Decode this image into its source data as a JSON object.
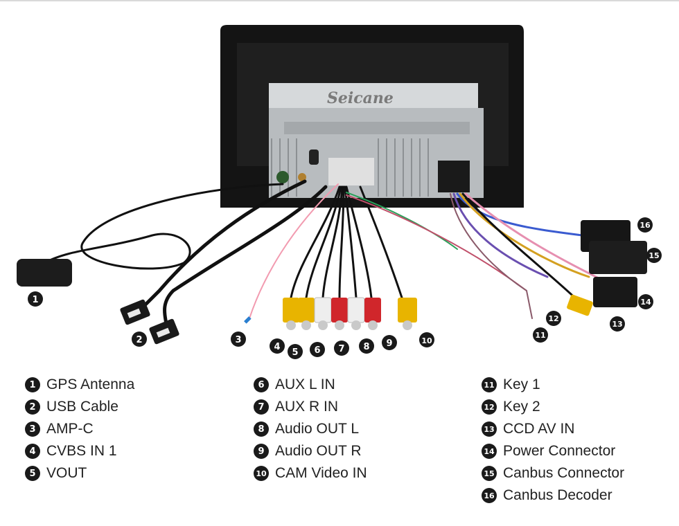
{
  "brand": "Seicane",
  "callouts": [
    {
      "num": "1",
      "label": "GPS Antenna"
    },
    {
      "num": "2",
      "label": "USB Cable"
    },
    {
      "num": "3",
      "label": "AMP-C"
    },
    {
      "num": "4",
      "label": "CVBS IN 1"
    },
    {
      "num": "5",
      "label": "VOUT"
    },
    {
      "num": "6",
      "label": "AUX L IN"
    },
    {
      "num": "7",
      "label": "AUX R IN"
    },
    {
      "num": "8",
      "label": "Audio OUT L"
    },
    {
      "num": "9",
      "label": "Audio OUT R"
    },
    {
      "num": "10",
      "label": "CAM Video IN"
    },
    {
      "num": "11",
      "label": "Key 1"
    },
    {
      "num": "12",
      "label": "Key 2"
    },
    {
      "num": "13",
      "label": "CCD AV IN"
    },
    {
      "num": "14",
      "label": "Power Connector"
    },
    {
      "num": "15",
      "label": "Canbus Connector"
    },
    {
      "num": "16",
      "label": "Canbus Decoder"
    }
  ],
  "colors": {
    "callout_fill": "#1a1a1a",
    "rca_yellow": "#e8b400",
    "rca_white": "#eeeeee",
    "rca_red": "#d0262b",
    "frame": "#141414",
    "chassis": "#b8bcbf"
  }
}
